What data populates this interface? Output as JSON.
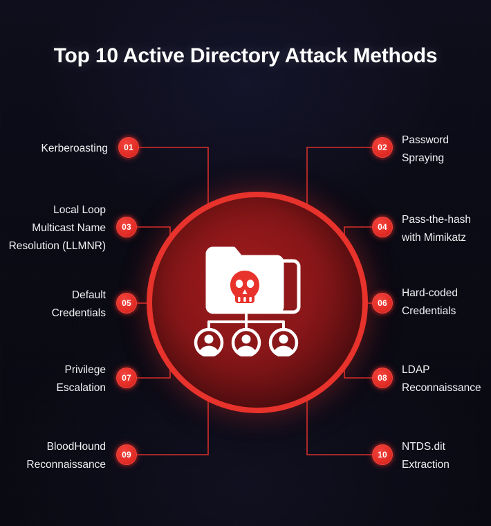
{
  "page": {
    "title": "Top 10 Active Directory Attack Methods",
    "background_color": "#0a0a12",
    "accent_color": "#e8322c",
    "text_color": "#f1f1f4"
  },
  "center": {
    "icon_name": "folder-with-skull-and-users-icon",
    "ring_color": "#e8322c",
    "fill_color": "#8a1719"
  },
  "items": [
    {
      "number": "01",
      "label": "Kerberoasting",
      "side": "left"
    },
    {
      "number": "02",
      "label": "Password\nSpraying",
      "side": "right"
    },
    {
      "number": "03",
      "label": "Local Loop\nMulticast Name\nResolution (LLMNR)",
      "side": "left"
    },
    {
      "number": "04",
      "label": "Pass-the-hash\nwith Mimikatz",
      "side": "right"
    },
    {
      "number": "05",
      "label": "Default\nCredentials",
      "side": "left"
    },
    {
      "number": "06",
      "label": "Hard-coded\nCredentials",
      "side": "right"
    },
    {
      "number": "07",
      "label": "Privilege\nEscalation",
      "side": "left"
    },
    {
      "number": "08",
      "label": "LDAP\nReconnaissance",
      "side": "right"
    },
    {
      "number": "09",
      "label": "BloodHound\nReconnaissance",
      "side": "left"
    },
    {
      "number": "10",
      "label": "NTDS.dit\nExtraction",
      "side": "right"
    }
  ]
}
